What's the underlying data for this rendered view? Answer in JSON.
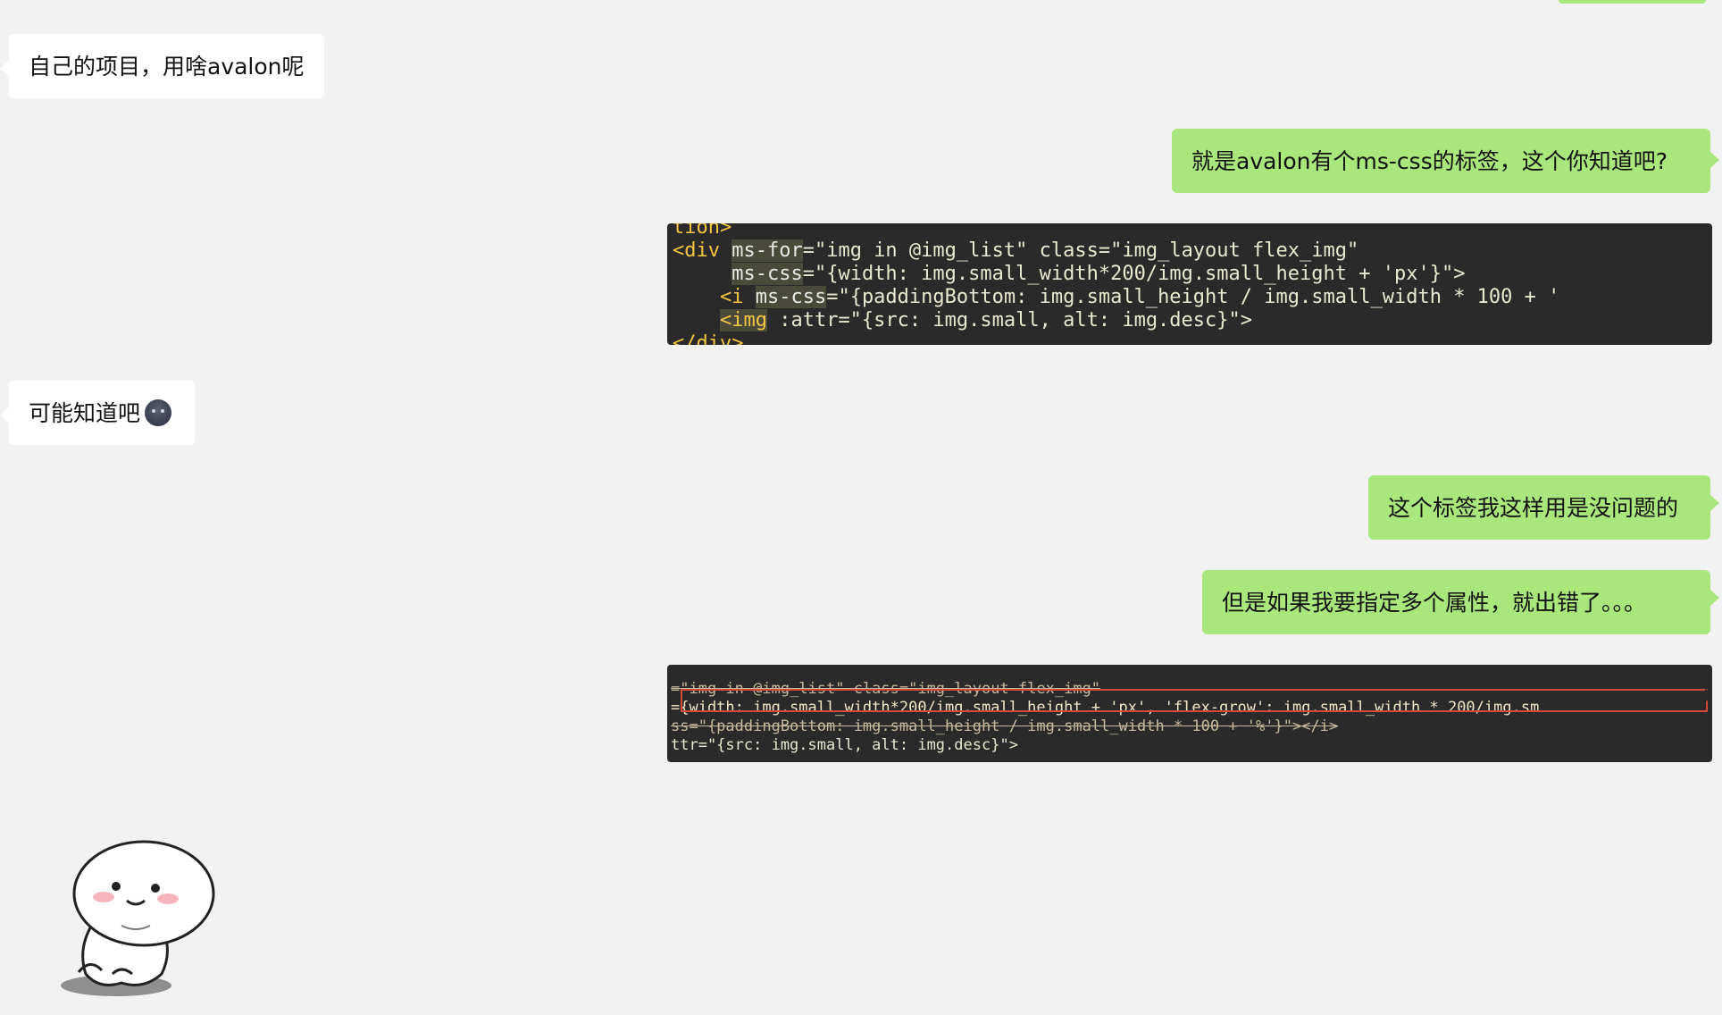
{
  "messages": {
    "m1": "自己的项目，用啥avalon呢",
    "m2": "就是avalon有个ms-css的标签，这个你知道吧?",
    "m3": "可能知道吧",
    "m4": "这个标签我这样用是没问题的",
    "m5": "但是如果我要指定多个属性，就出错了。。。"
  },
  "code1": {
    "l0": "tion>",
    "l1_a": "<div ",
    "l1_b": "ms-for",
    "l1_c": "=\"img in @img_list\" class=\"img_layout flex_img\"",
    "l2_a": "     ",
    "l2_b": "ms-css",
    "l2_c": "=\"{width: img.small_width*200/img.small_height + 'px'}\">",
    "l3_a": "    <i ",
    "l3_b": "ms-css",
    "l3_c": "=\"{paddingBottom: img.small_height / img.small_width * 100 + '",
    "l4_a": "    ",
    "l4_b": "<img",
    "l4_c": " :attr=\"{src: img.small, alt: img.desc}\">",
    "l5": "</div>"
  },
  "code2": {
    "l1": "=\"img in @img_list\" class=\"img_layout flex_img\"",
    "l2": "={width: img.small_width*200/img.small_height + 'px', 'flex-grow': img.small_width * 200/img.sm",
    "l3": "ss=\"{paddingBottom: img.small_height / img.small_width * 100 + '%'}\"></i>",
    "l4": "ttr=\"{src: img.small, alt: img.desc}\">"
  },
  "colors": {
    "background": "#f2f2f2",
    "bubble_self": "#a9e67b",
    "bubble_other": "#ffffff",
    "code_bg": "#2a2a2a",
    "highlight_box": "#d44a35"
  },
  "icons": {
    "inline_emoji": "emoji-face-icon",
    "sticker": "sticker-cartoon-icon"
  }
}
